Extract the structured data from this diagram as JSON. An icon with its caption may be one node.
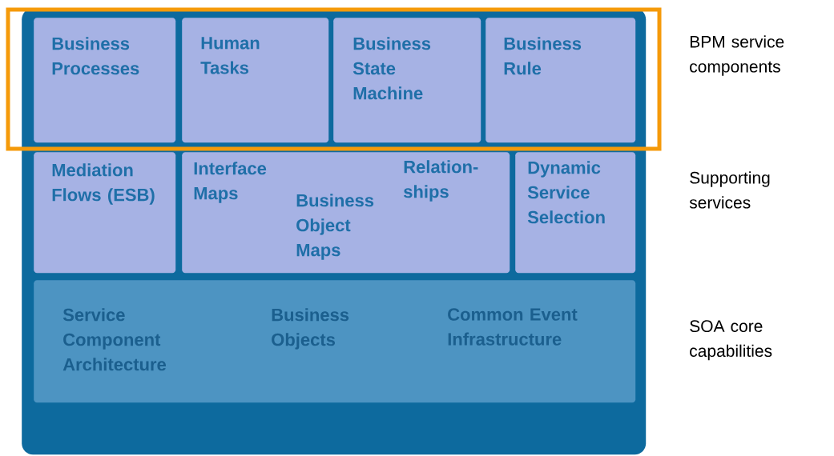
{
  "diagram": {
    "nodes": [
      {
        "text": [],
        "shape": "box"
      },
      {
        "text": [
          "Business Processes"
        ],
        "in": 0
      },
      {
        "text": [
          "Human Tasks"
        ],
        "in": 0
      },
      {
        "text": [
          "Business State Machine"
        ],
        "in": 0
      },
      {
        "text": [
          "Business Rule"
        ],
        "in": 0
      },
      {
        "text": [
          "Mediation Flows (ESB)"
        ],
        "in": 0
      },
      {
        "text": [
          "Interface Maps",
          "Business Object Maps",
          "Relation-ships"
        ],
        "in": 0
      },
      {
        "text": [
          "Dynamic Service Selection"
        ],
        "in": 0
      },
      {
        "text": [
          "Service Component Architecture",
          "Business Objects",
          "Common Event Infrastructure"
        ],
        "in": 0
      }
    ],
    "labels": [
      "BPM service components",
      "Supporting services",
      "SOA core capabilities"
    ]
  }
}
